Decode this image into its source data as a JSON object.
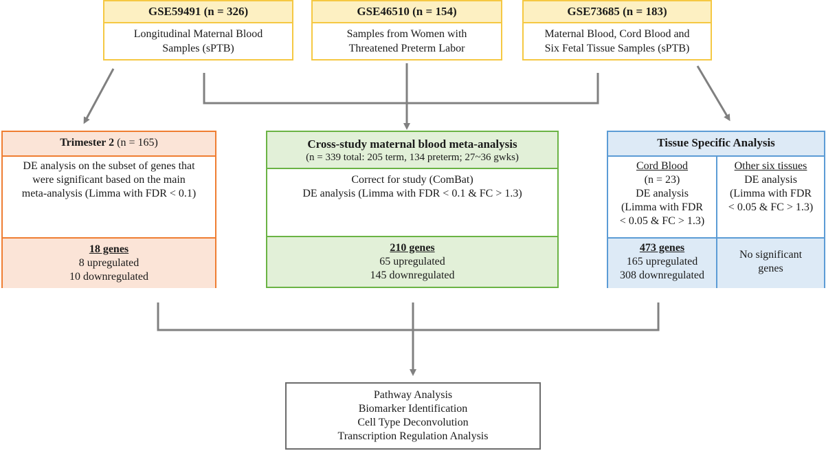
{
  "datasets": [
    {
      "title": "GSE59491 (n = 326)",
      "desc_1": "Longitudinal Maternal Blood",
      "desc_2": "Samples (sPTB)"
    },
    {
      "title": "GSE46510 (n = 154)",
      "desc_1": "Samples from Women with",
      "desc_2": "Threatened Preterm Labor"
    },
    {
      "title": "GSE73685 (n = 183)",
      "desc_1": "Maternal Blood, Cord Blood and",
      "desc_2": "Six Fetal Tissue Samples (sPTB)"
    }
  ],
  "trimester": {
    "title_bold": "Trimester 2",
    "title_rest": " (n = 165)",
    "body": [
      "DE analysis on the subset of genes that",
      "were significant based on the main",
      "meta-analysis (Limma with FDR < 0.1)"
    ],
    "genes": "18 genes",
    "up": "8 upregulated",
    "down": "10 downregulated"
  },
  "cross": {
    "title": "Cross-study maternal blood meta-analysis",
    "subtitle": "(n = 339 total: 205 term, 134 preterm; 27~36 gwks)",
    "body": [
      "Correct for study (ComBat)",
      "DE analysis (Limma with FDR < 0.1 & FC > 1.3)"
    ],
    "genes": "210 genes",
    "up": "65 upregulated",
    "down": "145 downregulated"
  },
  "tissue": {
    "title": "Tissue Specific Analysis",
    "cord": {
      "label": "Cord Blood",
      "body": [
        "(n = 23)",
        "DE analysis",
        "(Limma with FDR",
        "< 0.05 & FC > 1.3)"
      ],
      "genes": "473 genes",
      "up": "165 upregulated",
      "down": "308 downregulated"
    },
    "other": {
      "label": "Other six tissues",
      "body": [
        "DE analysis",
        "(Limma with FDR",
        "< 0.05 & FC > 1.3)"
      ],
      "result_1": "No significant",
      "result_2": "genes"
    }
  },
  "final": {
    "items": [
      "Pathway Analysis",
      "Biomarker Identification",
      "Cell Type Deconvolution",
      "Transcription Regulation Analysis"
    ]
  },
  "colors": {
    "dataset_border": "#f5c842",
    "trimester_border": "#ef7d31",
    "cross_border": "#6ab344",
    "tissue_border": "#5b9bd5",
    "connector": "#808080"
  }
}
